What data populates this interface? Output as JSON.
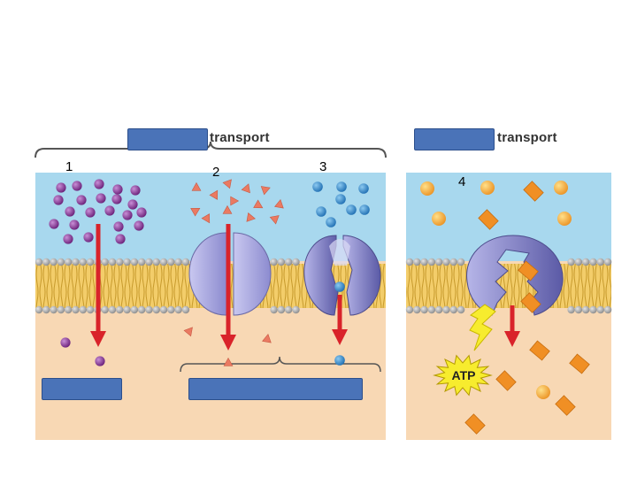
{
  "passive_header": {
    "blank_label": "",
    "word": "transport"
  },
  "active_header": {
    "blank_label": "",
    "word": "transport"
  },
  "numbers": {
    "n1": "1",
    "n2": "2",
    "n3": "3",
    "n4": "4"
  },
  "atp_label": "ATP",
  "answer_boxes": {
    "simple_diffusion": "",
    "facilitated_diffusion": ""
  },
  "colors": {
    "extracellular": "#a8d8ee",
    "cytoplasm": "#f8d8b4",
    "membrane_tails": "#e8c058",
    "lipid_heads": "#a8a8a8",
    "arrow": "#d9232a",
    "label_box": "#4a73b8",
    "molecule_purple": "#7a2f8c",
    "molecule_triangle": "#ea7a62",
    "molecule_blue": "#2b82c6",
    "molecule_orange": "#f0a23a",
    "protein": "#a7a6dd"
  },
  "icons": [
    "lipid-bilayer",
    "channel-protein",
    "carrier-protein",
    "pump-protein",
    "atp-burst",
    "lightning-bolt"
  ]
}
